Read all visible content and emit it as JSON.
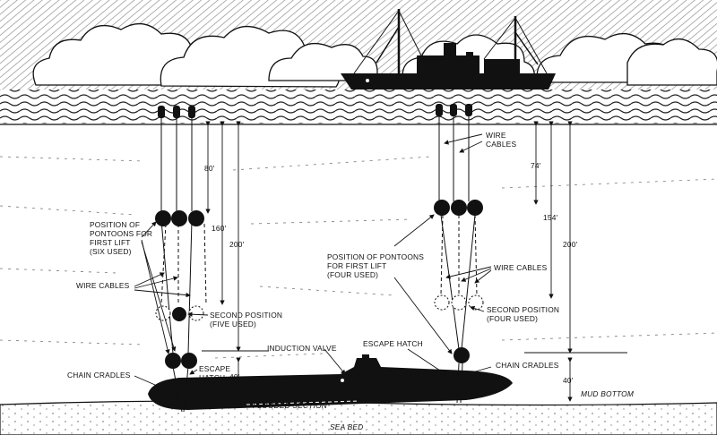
{
  "diagram": {
    "labels": {
      "depth_80": "80'",
      "depth_160": "160'",
      "depth_200_left": "200'",
      "depth_40_left": "40'",
      "depth_74": "74'",
      "depth_154": "154'",
      "depth_200_right": "200'",
      "depth_40_right": "40'",
      "wire_cables_top": "WIRE\nCABLES",
      "pontoons_first_lift_left": "POSITION OF\nPONTOONS FOR\nFIRST LIFT\n(SIX USED)",
      "pontoons_first_lift_right": "POSITION OF PONTOONS\nFOR FIRST LIFT\n(FOUR USED)",
      "wire_cables_left": "WIRE CABLES",
      "wire_cables_right": "WIRE CABLES",
      "second_position_left": "SECOND POSITION\n(FIVE USED)",
      "second_position_right": "SECOND POSITION\n(FOUR USED)",
      "induction_valve": "INDUCTION VALVE",
      "escape_hatch_right": "ESCAPE HATCH",
      "escape_hatch_left": "ESCAPE\nHATCH",
      "chain_cradles_left": "CHAIN CRADLES",
      "chain_cradles_right": "CHAIN CRADLES",
      "mud_bottom": "MUD BOTTOM",
      "flooded_section": "FLOODED SECTION",
      "sea_bed": "SEA BED"
    }
  }
}
